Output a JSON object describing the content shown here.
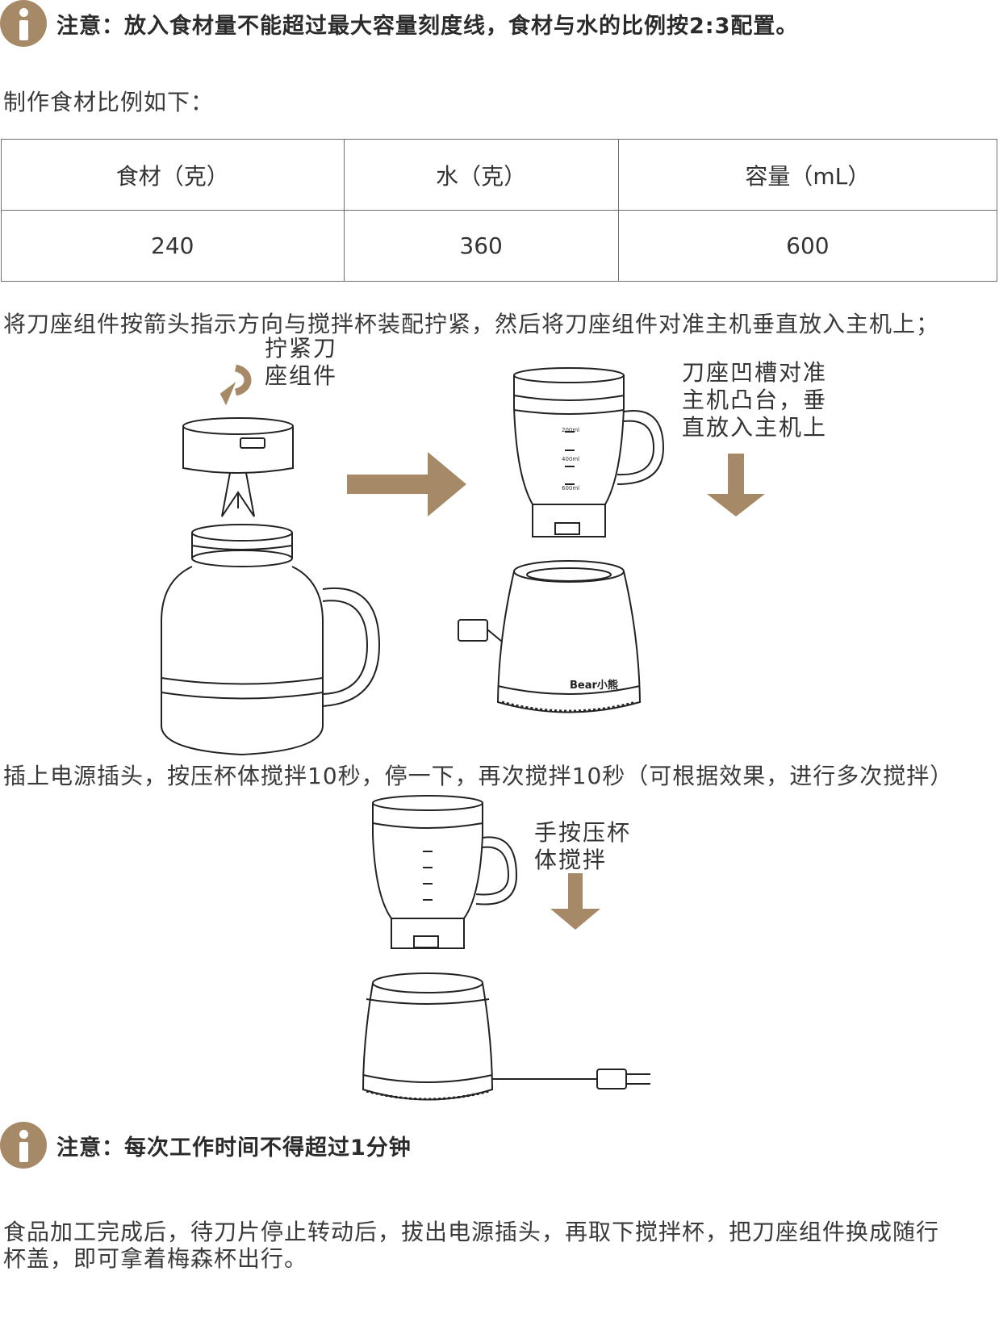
{
  "note_top": "注意：放入食材量不能超过最大容量刻度线，食材与水的比例按2:3配置。",
  "ratio_intro": "制作食材比例如下：",
  "ratio_table": {
    "headers": [
      "食材（克）",
      "水（克）",
      "容量（mL）"
    ],
    "rows": [
      [
        "240",
        "360",
        "600"
      ]
    ]
  },
  "assembly_instruction": "将刀座组件按箭头指示方向与搅拌杯装配拧紧，然后将刀座组件对准主机垂直放入主机上；",
  "label_twist": [
    "拧紧刀",
    "座组件"
  ],
  "label_align": [
    "刀座凹槽对准",
    "主机凸台，垂",
    "直放入主机上"
  ],
  "blend_instruction": "插上电源插头，按压杯体搅拌10秒，停一下，再次搅拌10秒（可根据效果，进行多次搅拌）",
  "label_press": [
    "手按压杯",
    "体搅拌"
  ],
  "note_bottom": "注意：每次工作时间不得超过1分钟",
  "final_instruction": [
    "食品加工完成后，待刀片停止转动后，拔出电源插头，再取下搅拌杯，把刀座组件换成随行",
    "杯盖，即可拿着梅森杯出行。"
  ],
  "cup_scale_marks": [
    "200ml",
    "400ml",
    "600ml"
  ],
  "brand_mark": "Bear小熊",
  "colors": {
    "accent": "#a68a68",
    "text": "#333333",
    "line": "#222222"
  }
}
